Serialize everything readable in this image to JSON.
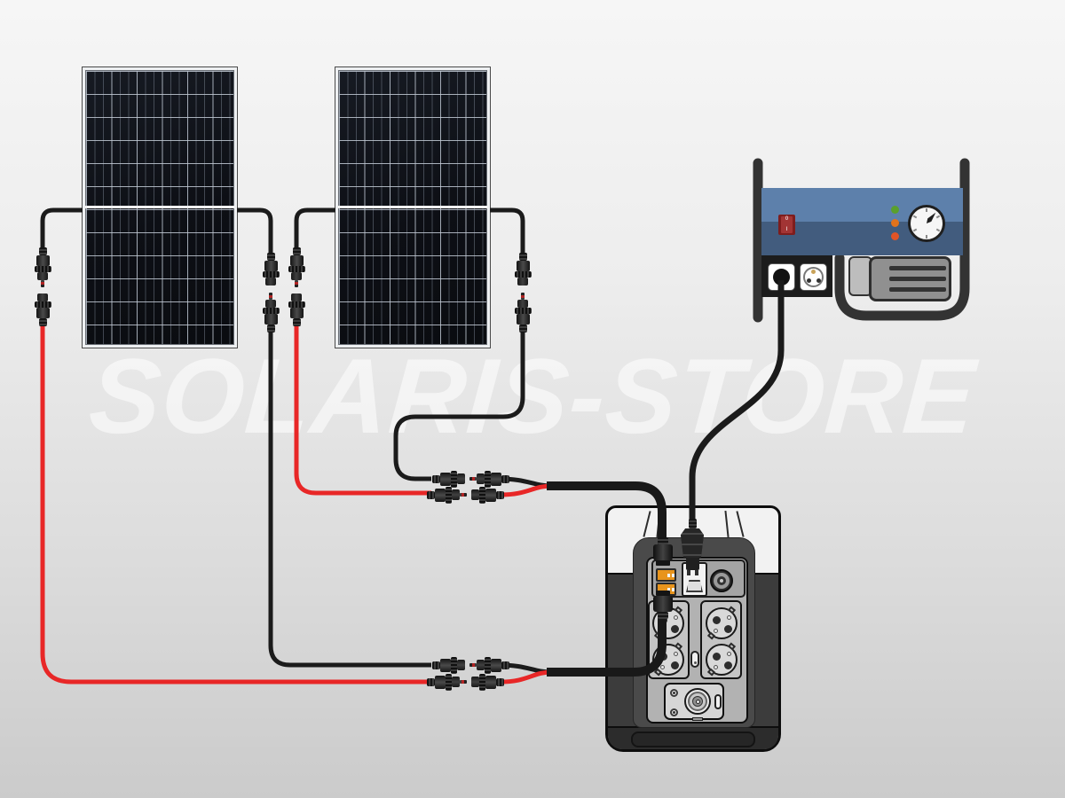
{
  "watermark": {
    "text": "SOLARIS-STORE"
  },
  "generator": {
    "label": "gasoline-generator",
    "switch": {
      "off_label": "0",
      "on_label": "I"
    },
    "indicator_colors": {
      "top": "#5aa02c",
      "middle": "#e2731c",
      "bottom": "#e25427"
    },
    "body_colors": {
      "upper_blue": "#5d80ab",
      "lower_blue": "#425c7e"
    }
  },
  "solar_panels": {
    "count": 2
  },
  "power_station": {
    "label": "portable-power-station",
    "ac_outlets_count": 4,
    "dc_input_count": 2,
    "dc_input_color": "#e8941c"
  },
  "cables": {
    "positive_color": "#e82727",
    "negative_color": "#1b1b1b"
  }
}
